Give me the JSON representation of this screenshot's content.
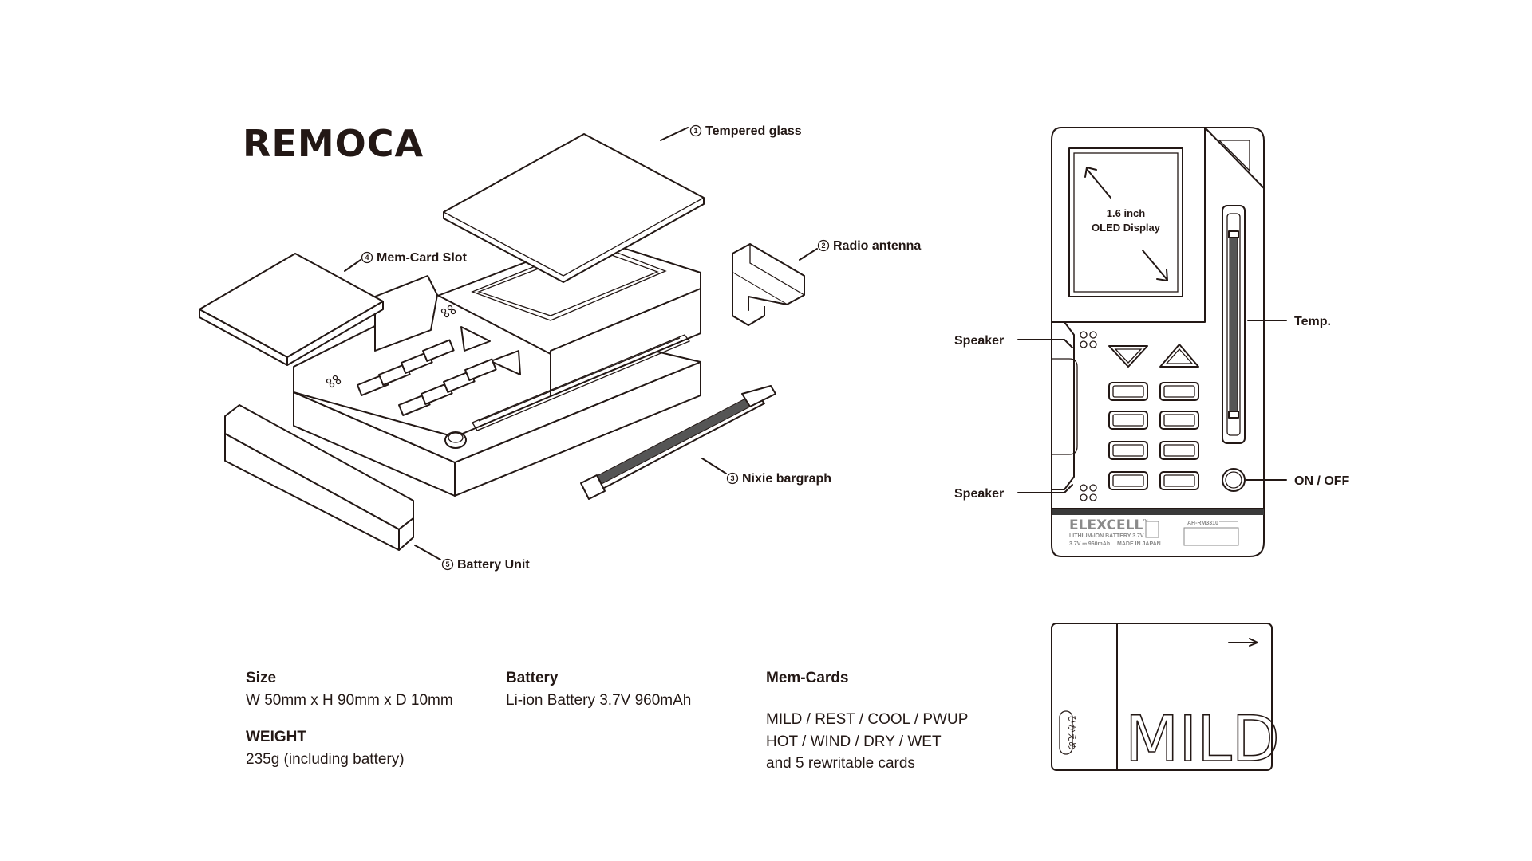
{
  "brand": {
    "logo": "REMOCA"
  },
  "exploded_view": {
    "callouts": [
      {
        "num": "1",
        "label": "Tempered glass"
      },
      {
        "num": "2",
        "label": "Radio antenna"
      },
      {
        "num": "3",
        "label": "Nixie bargraph"
      },
      {
        "num": "4",
        "label": "Mem-Card Slot"
      },
      {
        "num": "5",
        "label": "Battery Unit"
      }
    ]
  },
  "front_view": {
    "display_label_line1": "1.6 inch",
    "display_label_line2": "OLED Display",
    "speaker_top": "Speaker",
    "speaker_bottom": "Speaker",
    "temp": "Temp.",
    "power": "ON / OFF",
    "battery": {
      "brand": "ELEXCELL",
      "tm": "™",
      "type": "LITHIUM-ION BATTERY 3.7V",
      "rating": "3.7V ⎓ 960mAh",
      "origin": "MADE IN JAPAN",
      "model": "AH-RM3310"
    }
  },
  "mem_card": {
    "word": "MILD",
    "side_text": "ひかえめ"
  },
  "specs": {
    "size": {
      "heading": "Size",
      "value": "W 50mm x H 90mm x D 10mm"
    },
    "weight": {
      "heading": "WEIGHT",
      "value": "235g (including battery)"
    },
    "battery": {
      "heading": "Battery",
      "value": "Li-ion Battery 3.7V 960mAh"
    },
    "memcards": {
      "heading": "Mem-Cards",
      "line1": "MILD / REST / COOL / PWUP",
      "line2": "HOT / WIND / DRY / WET",
      "line3": "and 5 rewritable cards"
    }
  },
  "colors": {
    "ink": "#231815",
    "battery_gray": "#8a8a8a",
    "background": "#ffffff"
  }
}
